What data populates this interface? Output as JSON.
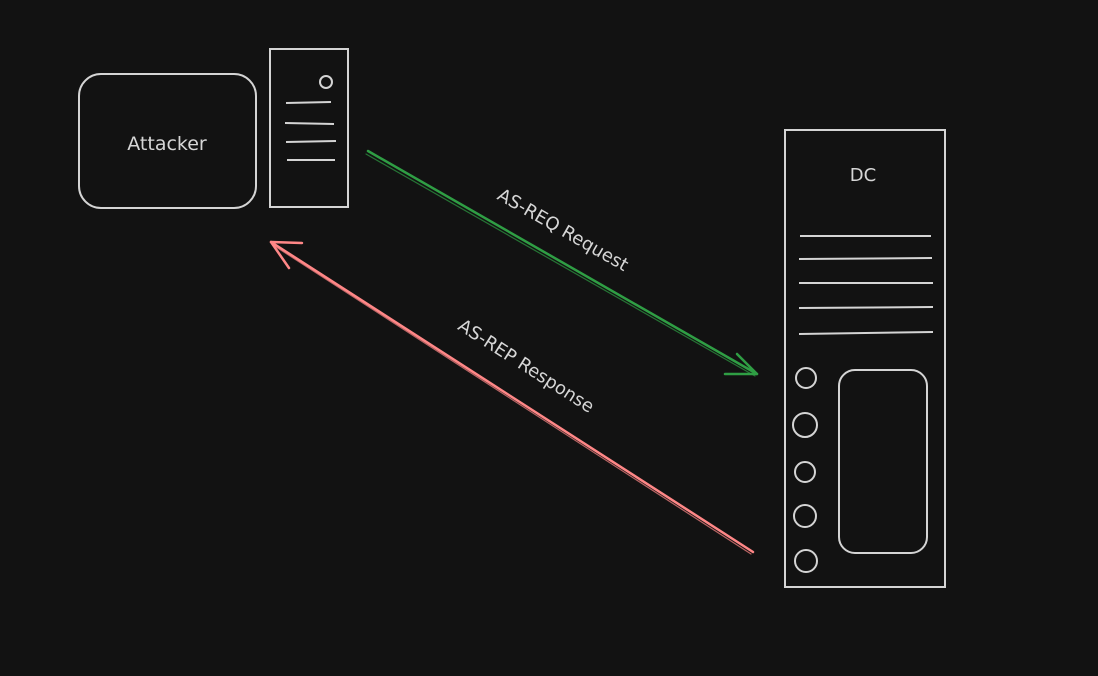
{
  "diagram": {
    "attacker_label": "Attacker",
    "dc_label": "DC",
    "request_label": "AS-REQ Request",
    "response_label": "AS-REP Response"
  },
  "colors": {
    "background": "#121212",
    "stroke": "#d4d4d4",
    "request_arrow": "#2f9e44",
    "response_arrow": "#ff8787"
  }
}
